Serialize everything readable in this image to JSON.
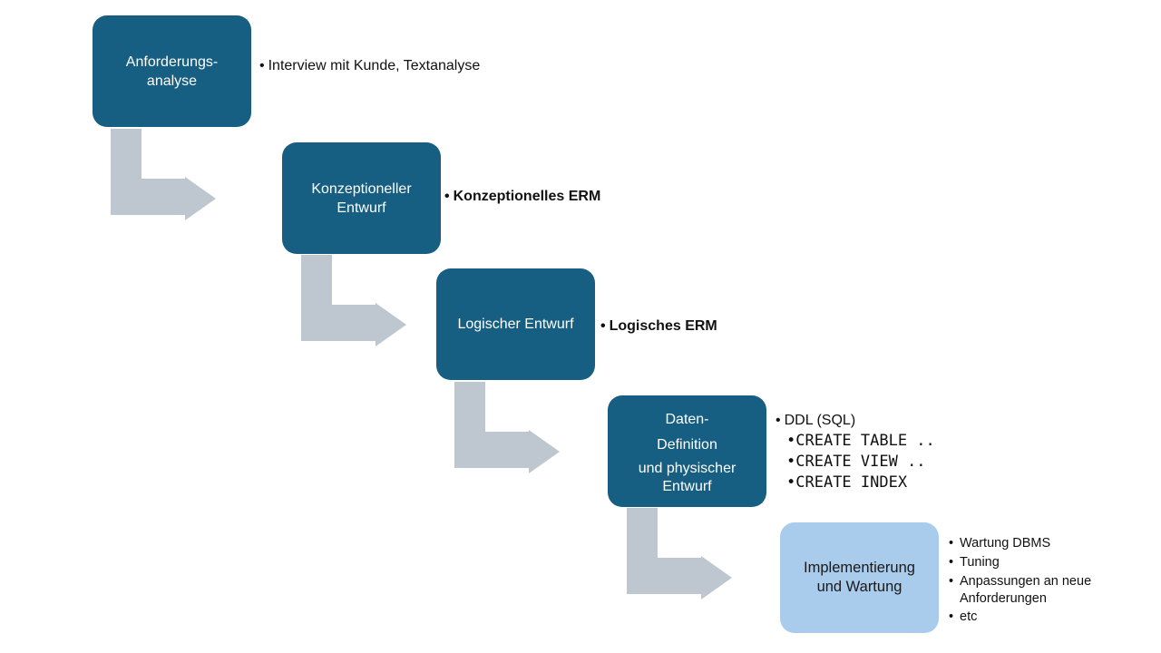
{
  "steps": [
    {
      "lines": [
        "Anforderungs-",
        "analyse"
      ]
    },
    {
      "lines": [
        "Konzeptioneller",
        "Entwurf"
      ]
    },
    {
      "lines": [
        "Logischer Entwurf"
      ]
    },
    {
      "lines": [
        "Daten-",
        "Definition",
        "und physischer",
        "Entwurf"
      ]
    },
    {
      "lines": [
        "Implementierung",
        "und Wartung"
      ]
    }
  ],
  "notes": {
    "step1": "Interview mit Kunde, Textanalyse",
    "step2": "Konzeptionelles ERM",
    "step3": "Logisches ERM",
    "step4": {
      "main": "DDL (SQL)",
      "sub": [
        "CREATE TABLE ..",
        "CREATE VIEW ..",
        "CREATE INDEX"
      ]
    },
    "step5": [
      "Wartung DBMS",
      "Tuning",
      "Anpassungen an neue",
      "Anforderungen",
      "etc"
    ]
  },
  "colors": {
    "box_dark": "#165e82",
    "box_light": "#a9cbec",
    "arrow": "#bec7d0"
  },
  "bullet": "•"
}
